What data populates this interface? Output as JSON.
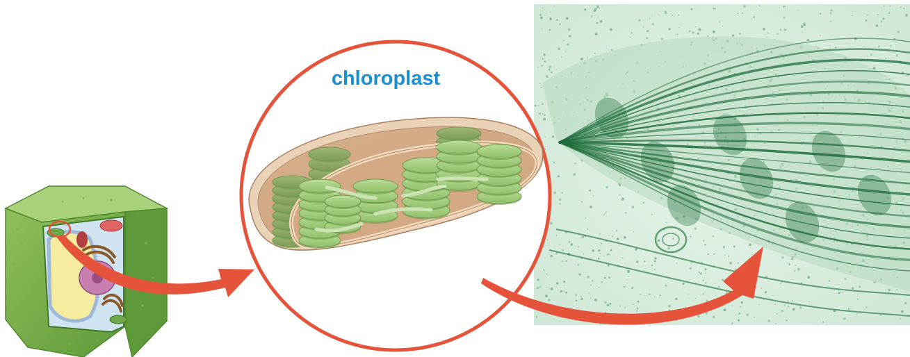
{
  "labels": {
    "chloroplast": "chloroplast"
  },
  "colors": {
    "arrow": "#e5533b",
    "circle": "#e5533b",
    "label": "#1a8fd1",
    "cell_wall": "#7fb04a",
    "chloroplast_envelope": "#e8c4a4",
    "stroma": "#d9b896",
    "thylakoid": "#9cc87a",
    "micrograph_bg": "#cfe7d6",
    "micrograph_membranes": "#1e6e3c"
  },
  "icons": {
    "plant_cell": "plant-cell-illustration",
    "zoom_circle": "magnifier-circle",
    "micrograph": "electron-micrograph"
  }
}
